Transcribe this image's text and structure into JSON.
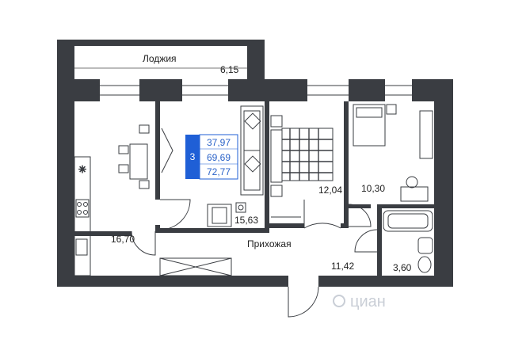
{
  "plan": {
    "wall_color": "#3a3d42",
    "accent_color": "#1f5fd6",
    "rooms": {
      "loggia": {
        "name": "Лоджия",
        "area": "6,15"
      },
      "kitchen": {
        "area": "16,70"
      },
      "living": {
        "area": "15,63"
      },
      "bedroom1": {
        "area": "12,04"
      },
      "bedroom2": {
        "area": "10,30"
      },
      "hallway": {
        "name": "Прихожая",
        "area": "11,42"
      },
      "bathroom": {
        "area": "3,60"
      }
    },
    "badge": {
      "rooms": "3",
      "living_area": "37,97",
      "total_area": "69,69",
      "total_area_loggia": "72,77"
    },
    "watermark": "циан"
  }
}
